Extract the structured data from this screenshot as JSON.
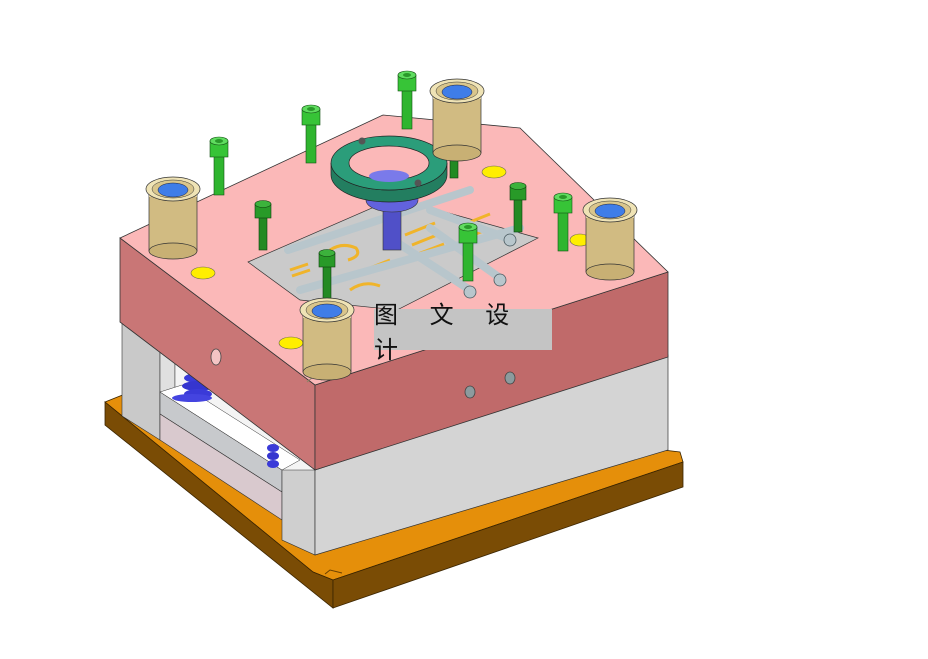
{
  "scene": {
    "title": "injection mold assembly 3D view",
    "watermark_text": "图 文 设 计",
    "colors": {
      "background": "#ffffff",
      "plate_top": "#fbb8b8",
      "plate_side_left": "#c97676",
      "plate_side_right": "#c06a6a",
      "block_gray_light": "#d6d6d6",
      "block_gray_dark": "#bdbdbd",
      "base_plate_top": "#e58f0a",
      "base_plate_side": "#7a4c05",
      "guide_bushing": "#d8c48d",
      "bushing_hole": "#3f7de8",
      "screw_green": "#2fb52f",
      "screw_dark_green": "#238a23",
      "locating_ring": "#2b9d7a",
      "sprue_bushing": "#5757d0",
      "runner_pipe": "#b8c6cc",
      "cavity_insert": "#cacaca",
      "cavity_pattern": "#f0b42a",
      "marker_dot": "#ffee00",
      "spring": "#3a3ad8"
    },
    "components": {
      "guide_bushings": 4,
      "socket_head_screws": 9,
      "locating_ring": 1,
      "sprue_bushing": 1,
      "yellow_markers": 4,
      "side_holes": 3
    }
  }
}
